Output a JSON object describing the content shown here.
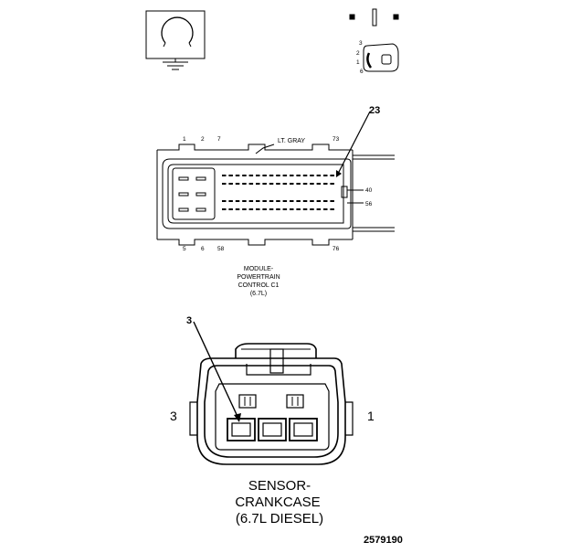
{
  "pcm": {
    "pin_1": "1",
    "pin_2": "2",
    "pin_7": "7",
    "pin_73": "73",
    "pin_5": "5",
    "pin_6": "6",
    "pin_58": "58",
    "pin_76": "76",
    "pin_40": "40",
    "pin_56": "56",
    "callout": "23",
    "color_label": "LT. GRAY",
    "title_lines": [
      "MODULE-",
      "POWERTRAIN",
      "CONTROL C1",
      "(6.7L)"
    ]
  },
  "small_connector": {
    "pins": [
      "3",
      "2",
      "1",
      "6"
    ]
  },
  "sensor": {
    "callout": "3",
    "left_pin": "3",
    "right_pin": "1",
    "title_lines": [
      "SENSOR-",
      "CRANKCASE",
      "(6.7L DIESEL)"
    ]
  },
  "figure_id": "2579190"
}
